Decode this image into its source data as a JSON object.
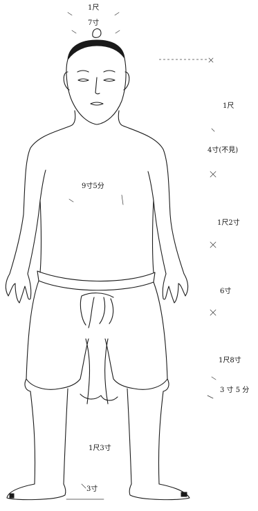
{
  "labels": {
    "head_top": "1尺",
    "topknot": "7寸",
    "head_to_shoulder": "1尺",
    "shoulder": "4寸(不見)",
    "chest": "9寸5分",
    "torso": "1尺2寸",
    "waist": "6寸",
    "thigh": "1尺8寸",
    "knee": "3 寸 5 分",
    "shin": "1尺3寸",
    "foot": "3寸"
  }
}
